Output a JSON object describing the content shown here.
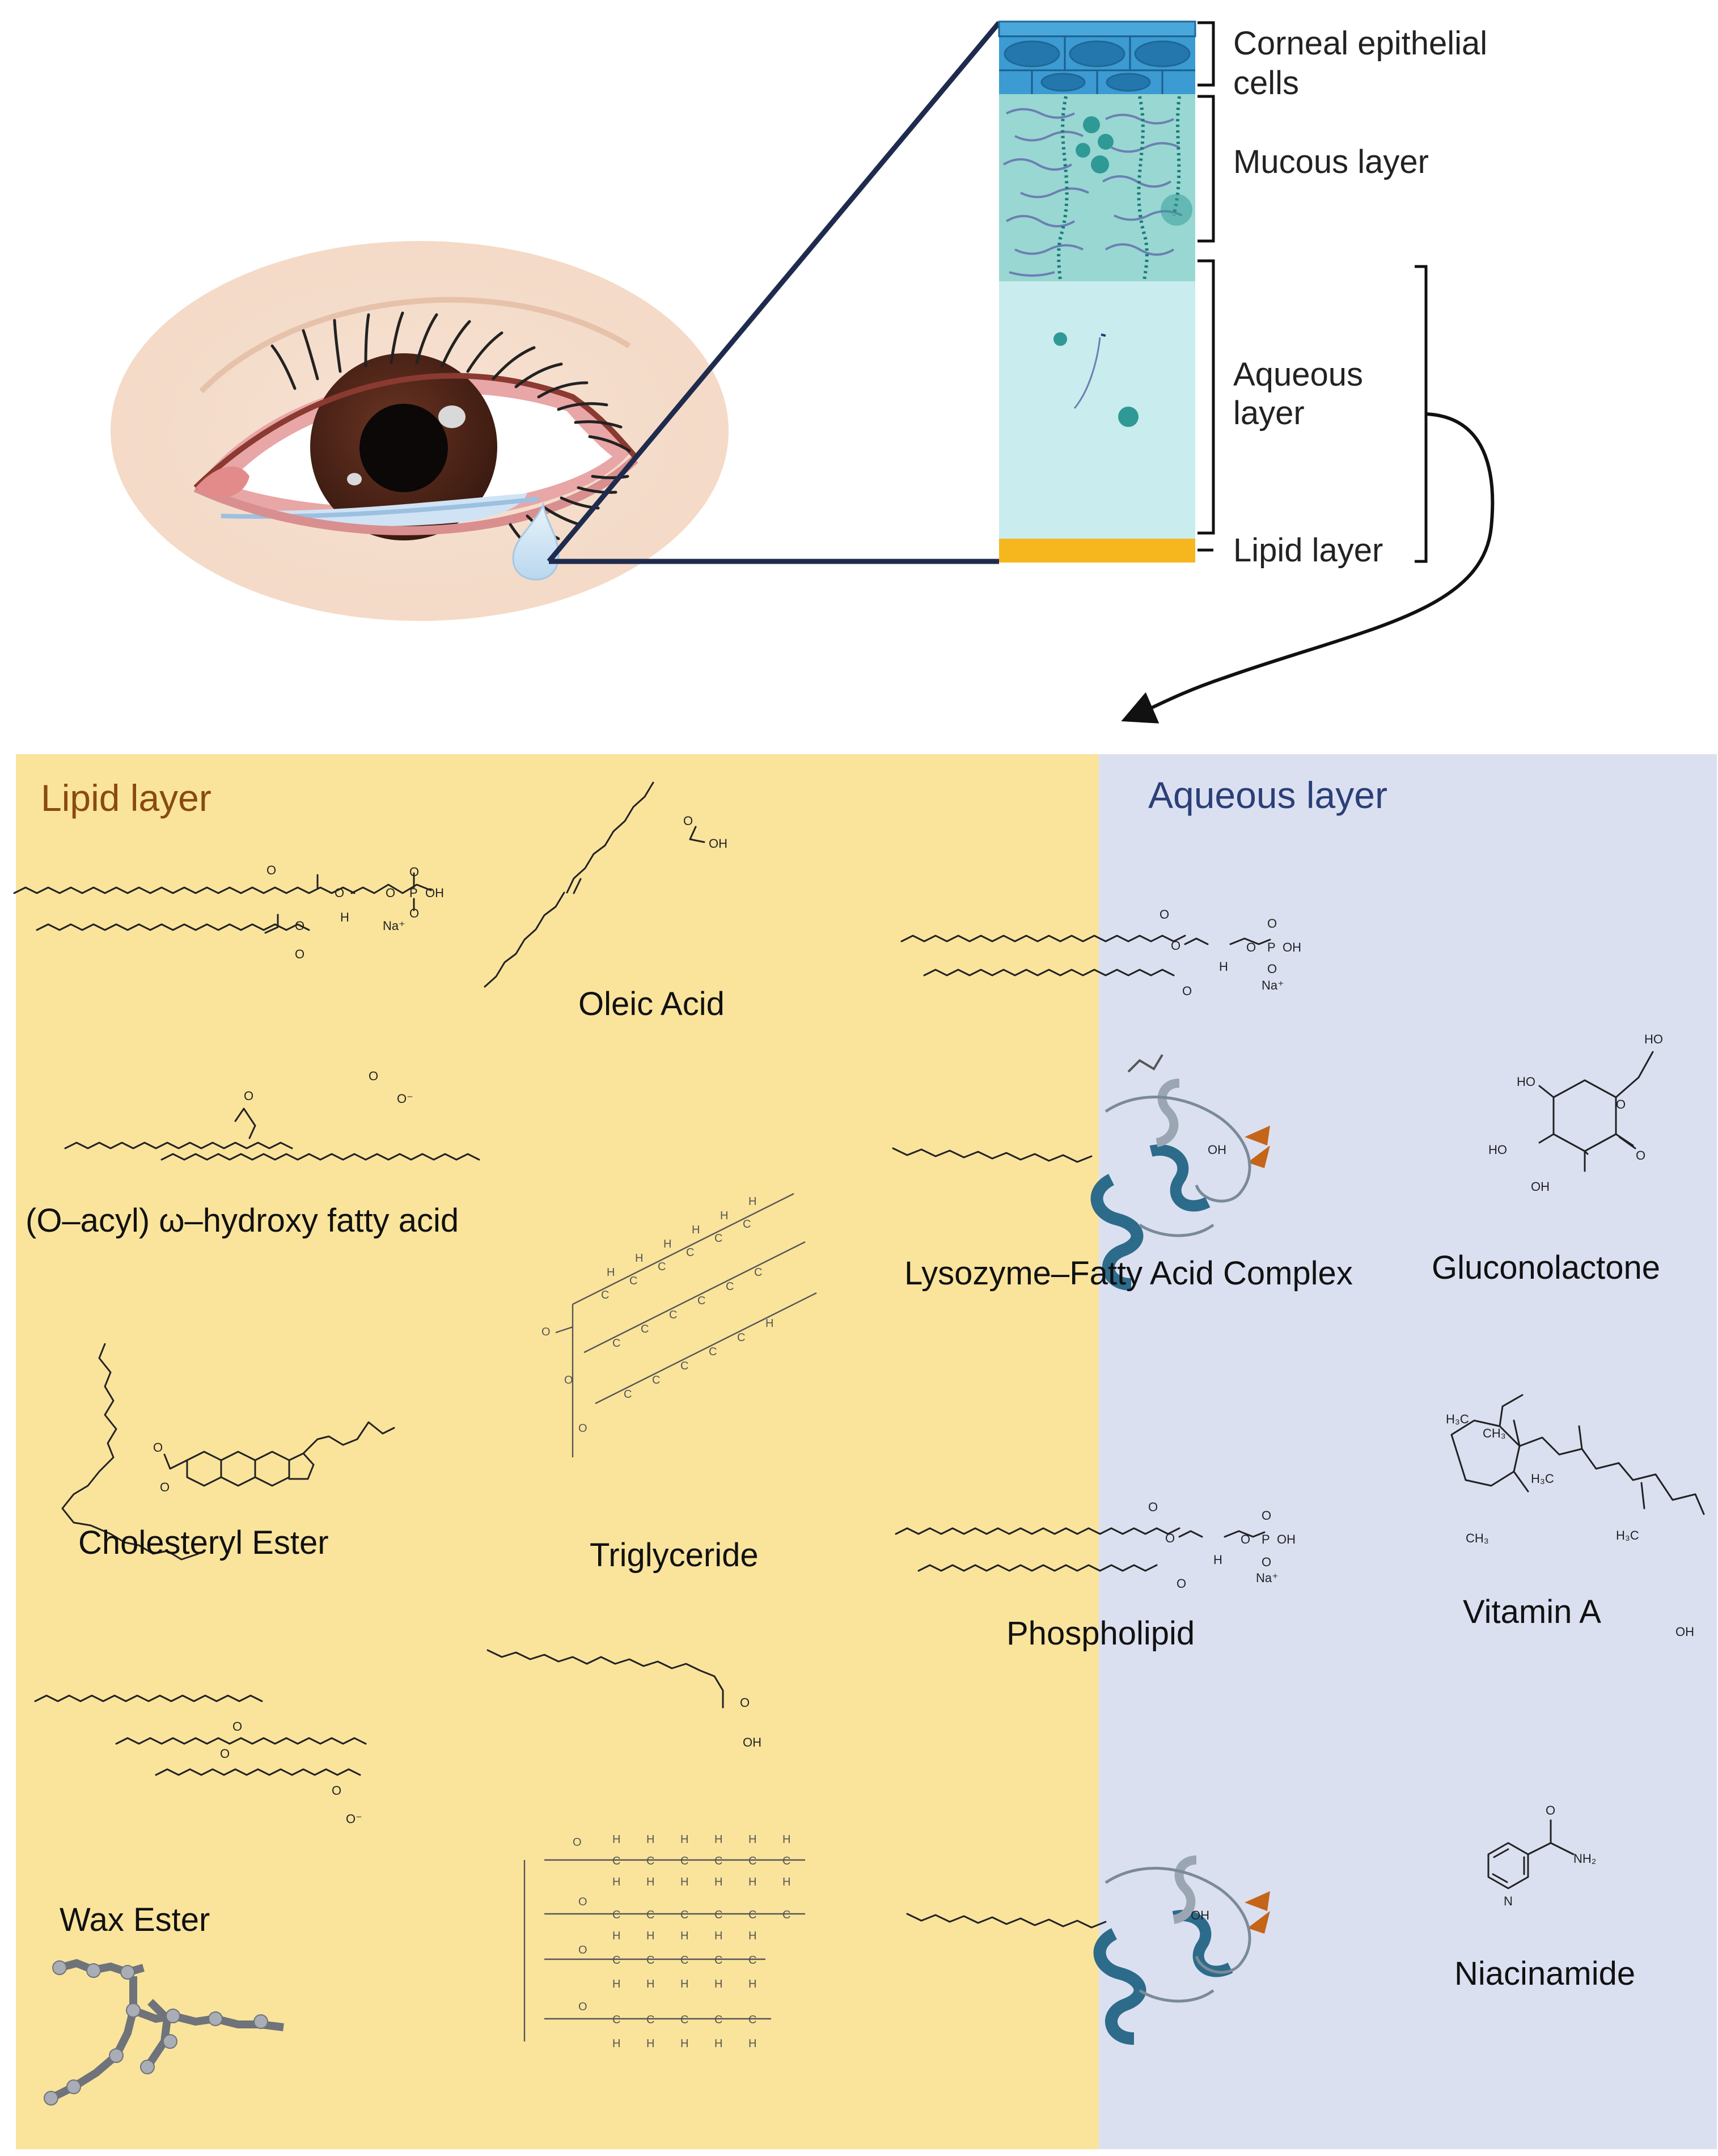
{
  "colors": {
    "lipid_panel": "#fae49c",
    "aqueous_panel": "#dbe0f1",
    "lipid_title": "#8a4a10",
    "aqueous_title": "#2b3f78",
    "corneal_cells": "#2b87c0",
    "mucous": "#8fd3cf",
    "aqueous": "#c9ecee",
    "lipid_band": "#f6b61e",
    "iris": "#4a2417",
    "protein_blue": "#2d6b8a",
    "protein_orange": "#c4651a",
    "zoom_lines": "#1f2b4e"
  },
  "tear_film": {
    "corneal": "Corneal epithelial",
    "corneal2": "cells",
    "mucous": "Mucous layer",
    "aqueous": "Aqueous",
    "aqueous2": "layer",
    "lipid": "Lipid layer"
  },
  "panels": {
    "lipid_title": "Lipid layer",
    "aqueous_title": "Aqueous layer"
  },
  "molecules": {
    "oleic_acid": "Oleic Acid",
    "oahfa": "(O–acyl) ω–hydroxy fatty acid",
    "cholesteryl_ester": "Cholesteryl Ester",
    "triglyceride": "Triglyceride",
    "wax_ester": "Wax Ester",
    "lysozyme_complex": "Lysozyme–Fatty Acid Complex",
    "gluconolactone": "Gluconolactone",
    "phospholipid": "Phospholipid",
    "vitamin_a": "Vitamin A",
    "niacinamide": "Niacinamide"
  },
  "atoms": {
    "O": "O",
    "P": "P",
    "OH": "OH",
    "Na": "Na⁺",
    "H": "H",
    "HO": "HO",
    "C": "C",
    "O_minus": "O⁻",
    "CH3": "CH₃",
    "H3C": "H₃C",
    "N": "N",
    "NH2": "NH₂"
  },
  "icons": [
    "eye-illustration",
    "tear-drop-icon",
    "curved-arrow-icon",
    "protein-ribbon-icon",
    "wax-ester-3d-model"
  ]
}
